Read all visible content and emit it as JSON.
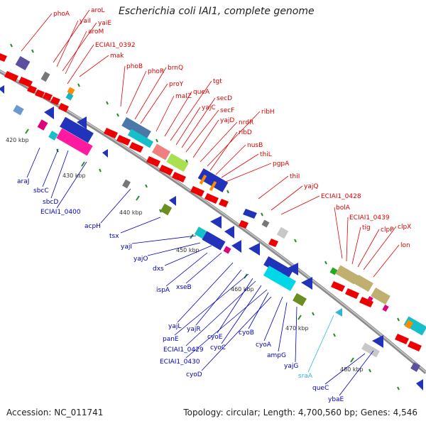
{
  "title": "Escherichia coli IAI1, complete genome",
  "footer": {
    "accession": "Accession: NC_011741",
    "summary": "Topology: circular; Length: 4,700,560 bp; Genes: 4,546"
  },
  "colors": {
    "backbone": "#9a9a9a",
    "forward_label": "#e00000",
    "reverse_label": "#0000c0",
    "rna_label": "#33b5d6",
    "tick_green": "#2a8a2a"
  },
  "kbp_ticks": [
    {
      "label": "420 kbp"
    },
    {
      "label": "430 kbp"
    },
    {
      "label": "440 kbp"
    },
    {
      "label": "450 kbp"
    },
    {
      "label": "460 kbp"
    },
    {
      "label": "470 kbp"
    },
    {
      "label": "480 kbp"
    }
  ],
  "top_genes": [
    {
      "label": "phoA"
    },
    {
      "label": "aroL"
    },
    {
      "label": "yaiI"
    },
    {
      "label": "yaiE"
    },
    {
      "label": "aroM"
    },
    {
      "label": "ECIAI1_0392"
    },
    {
      "label": "mak"
    },
    {
      "label": "phoB"
    },
    {
      "label": "phoR"
    },
    {
      "label": "brnQ"
    },
    {
      "label": "proY"
    },
    {
      "label": "malZ"
    },
    {
      "label": "queA"
    },
    {
      "label": "tgt"
    },
    {
      "label": "yajC"
    },
    {
      "label": "secD"
    },
    {
      "label": "secF"
    },
    {
      "label": "yajD"
    },
    {
      "label": "nrdR"
    },
    {
      "label": "ribH"
    },
    {
      "label": "ribD"
    },
    {
      "label": "nusB"
    },
    {
      "label": "thiL"
    },
    {
      "label": "pgpA"
    },
    {
      "label": "thiI"
    },
    {
      "label": "yajQ"
    },
    {
      "label": "ECIAI1_0428"
    },
    {
      "label": "bolA"
    },
    {
      "label": "ECIAI1_0439"
    },
    {
      "label": "tig"
    },
    {
      "label": "clpP"
    },
    {
      "label": "clpX"
    },
    {
      "label": "lon"
    }
  ],
  "bottom_genes": [
    {
      "label": "araJ"
    },
    {
      "label": "sbcC"
    },
    {
      "label": "sbcD"
    },
    {
      "label": "ECIAI1_0400"
    },
    {
      "label": "acpH"
    },
    {
      "label": "tsx"
    },
    {
      "label": "yajI"
    },
    {
      "label": "yajO"
    },
    {
      "label": "dxs"
    },
    {
      "label": "ispA"
    },
    {
      "label": "xseB"
    },
    {
      "label": "yajL"
    },
    {
      "label": "yajR"
    },
    {
      "label": "panE"
    },
    {
      "label": "cyoE"
    },
    {
      "label": "ECIAI1_0429"
    },
    {
      "label": "cyoC"
    },
    {
      "label": "ECIAI1_0430"
    },
    {
      "label": "cyoB"
    },
    {
      "label": "cyoD"
    },
    {
      "label": "cyoA"
    },
    {
      "label": "ampG"
    },
    {
      "label": "yajG"
    },
    {
      "label": "sraA",
      "rna": true
    },
    {
      "label": "queC"
    },
    {
      "label": "ybaE"
    }
  ]
}
